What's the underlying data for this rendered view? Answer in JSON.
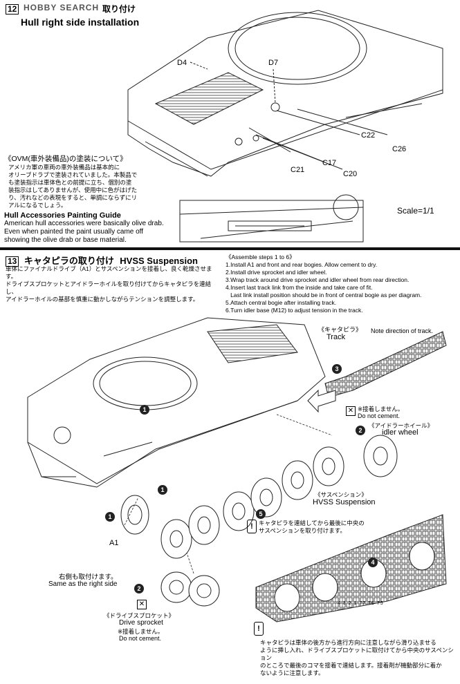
{
  "watermark": "HOBBY SEARCH",
  "step12": {
    "number": "12",
    "title_jp_fragment": "取り付け",
    "title_en": "Hull right side installation",
    "parts": [
      "D4",
      "D7",
      "C22",
      "C26",
      "C21",
      "C17",
      "C20"
    ]
  },
  "ovm": {
    "heading_jp": "《OVM(車外装備品)の塗装について》",
    "body_jp": [
      "アメリカ軍の車両の車外装備品は基本的に",
      "オリーブドラブで塗装されていました。本製品で",
      "も塗装指示は車体色との前提に立ち、個別の塗",
      "装指示はしてありませんが、使用中に色がはげた",
      "り、汚れなどの表現をすると、単調にならずにリ",
      "アルになるでしょう。"
    ],
    "heading_en": "Hull Accessories Painting Guide",
    "body_en": [
      "American hull accessories were basically olive drab.",
      "Even when painted the paint usually came off",
      "showing the olive drab or base material."
    ]
  },
  "scale_label": "Scale=1/1",
  "step13": {
    "number": "13",
    "title_jp": "キャタピラの取り付け",
    "title_en": "HVSS Suspension",
    "desc_jp": [
      "車体にファイナルドライブ（A1）とサスペンションを接着し、良く乾燥させます。",
      "ドライブスプロケットとアイドラーホイルを取り付けてからキャタピラを連結し、",
      "アイドラーホイルの基部を慎重に動かしながらテンションを調整します。"
    ],
    "assemble_heading": "《Assemble steps 1 to 6》",
    "assemble_steps": [
      "1.Install A1 and front and rear bogies. Allow cement to dry.",
      "2.Install drive sprocket and idler wheel.",
      "3.Wrap track around drive sprocket and idler wheel from rear direction.",
      "4.Insert last track link from the inside and take care of fit.",
      "   Last link install position should be in front of central bogie as per diagram.",
      "5.Attach central bogie after installing track.",
      "6.Turn idler base (M12) to adjust tension in the track."
    ],
    "track_jp": "《キャタピラ》",
    "track_en": "Track",
    "note_direction": "Note direction of track.",
    "no_cement_jp": "※接着しません。",
    "no_cement_en": "Do not cement.",
    "idler_jp": "《アイドラーホイール》",
    "idler_en": "idler wheel",
    "susp_jp": "《サスペンション》",
    "susp_en": "HVSS Suspension",
    "central_note_jp": [
      "キャタピラを連結してから最後に中央の",
      "サスペンションを取り付けます。"
    ],
    "a1_label": "A1",
    "same_side_jp": "右側も取付けます。",
    "same_side_en": "Same as the right side",
    "sprocket_jp": "《ドライブスプロケット》",
    "sprocket_en": "Drive sprocket",
    "sprocket_nocement_jp": "※接着しません。",
    "sprocket_nocement_en": "Do not cement.",
    "track_numbers": "4 3 2 1 77 76 75",
    "bottom_note_jp": [
      "キャタピラは車体の後方から進行方向に注意しながら滑り込ませる",
      "ように挿し入れ、ドライブスプロケットに取付けてから中央のサスペンション",
      "のところで最後のコマを接着で連結します。接着剤が機動部分に着か",
      "ないように注意します。"
    ],
    "badges": [
      "1",
      "1",
      "1",
      "2",
      "2",
      "3",
      "4",
      "5"
    ]
  }
}
